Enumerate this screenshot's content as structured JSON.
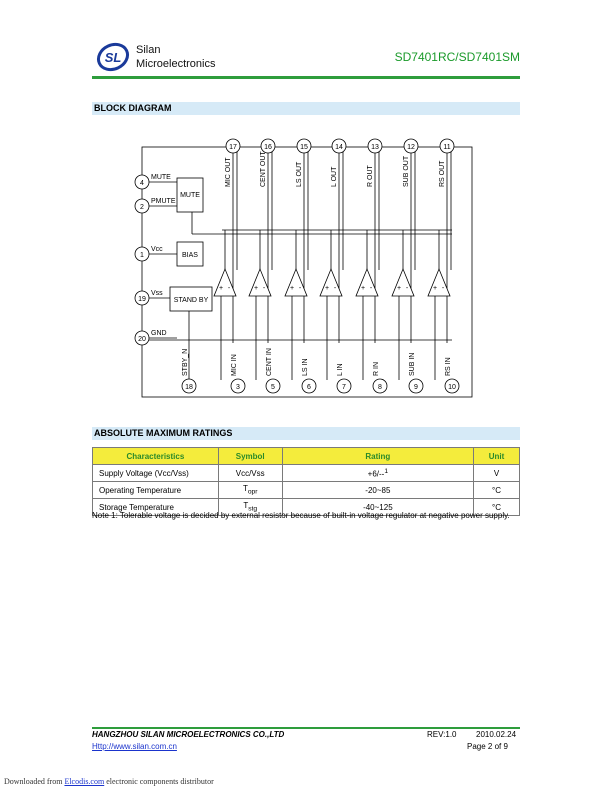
{
  "header": {
    "company_line1": "Silan",
    "company_line2": "Microelectronics",
    "part_number": "SD7401RC/SD7401SM",
    "brand_color": "#2e9d3c",
    "logo_icon": "silan-logo-icon"
  },
  "block_diagram": {
    "title": "BLOCK DIAGRAM",
    "top_pins": [
      {
        "num": "17",
        "label": "MIC OUT"
      },
      {
        "num": "16",
        "label": "CENT OUT"
      },
      {
        "num": "15",
        "label": "LS OUT"
      },
      {
        "num": "14",
        "label": "L OUT"
      },
      {
        "num": "13",
        "label": "R OUT"
      },
      {
        "num": "12",
        "label": "SUB OUT"
      },
      {
        "num": "11",
        "label": "RS OUT"
      }
    ],
    "bottom_pins": [
      {
        "num": "18",
        "label": "STBY_N"
      },
      {
        "num": "3",
        "label": "MIC IN"
      },
      {
        "num": "5",
        "label": "CENT IN"
      },
      {
        "num": "6",
        "label": "LS IN"
      },
      {
        "num": "7",
        "label": "L IN"
      },
      {
        "num": "8",
        "label": "R IN"
      },
      {
        "num": "9",
        "label": "SUB IN"
      },
      {
        "num": "10",
        "label": "RS IN"
      }
    ],
    "left_pins": [
      {
        "num": "4",
        "label": "MUTE"
      },
      {
        "num": "2",
        "label": "PMUTE"
      },
      {
        "num": "1",
        "label": "Vcc"
      },
      {
        "num": "19",
        "label": "Vss"
      },
      {
        "num": "20",
        "label": "GND"
      }
    ],
    "blocks": {
      "mute": "MUTE",
      "bias": "BIAS",
      "standby": "STAND BY"
    },
    "amp_plus": "+",
    "amp_minus": "-"
  },
  "ratings": {
    "title": "ABSOLUTE MAXIMUM RATINGS",
    "headers": [
      "Characteristics",
      "Symbol",
      "Rating",
      "Unit"
    ],
    "rows": [
      {
        "char": "Supply Voltage (Vcc/Vss)",
        "symbol": "Vcc/Vss",
        "symbol_sub": "",
        "rating": "+6/--",
        "rating_sup": "1",
        "unit": "V"
      },
      {
        "char": "Operating Temperature",
        "symbol": "T",
        "symbol_sub": "opr",
        "rating": "-20~85",
        "rating_sup": "",
        "unit": "°C"
      },
      {
        "char": "Storage Temperature",
        "symbol": "T",
        "symbol_sub": "stg",
        "rating": "-40~125",
        "rating_sup": "",
        "unit": "°C"
      }
    ],
    "note": "Note 1: Tolerable voltage is decided by external resistor because of built-in voltage regulator at negative power supply."
  },
  "footer": {
    "company": "HANGZHOU SILAN MICROELECTRONICS CO.,LTD",
    "rev": "REV:1.0",
    "date": "2010.02.24",
    "url": "Http://www.silan.com.cn",
    "page": "Page 2 of 9"
  },
  "download": {
    "prefix": "Downloaded from ",
    "link": "Elcodis.com",
    "suffix": " electronic components distributor"
  }
}
